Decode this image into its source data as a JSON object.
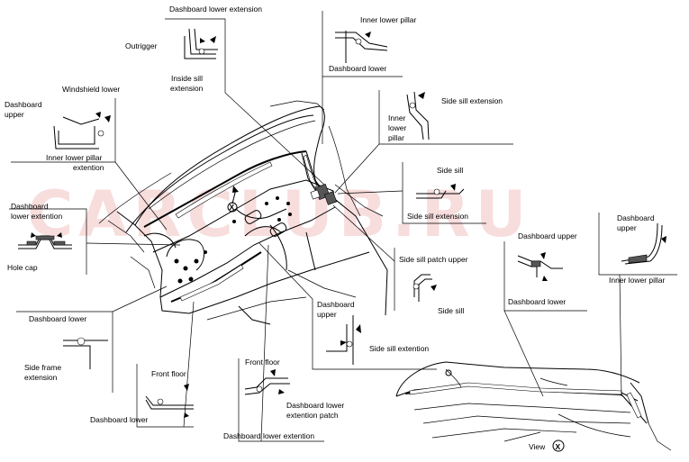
{
  "watermark": "CARCLUB.RU",
  "view_label": "View",
  "view_marker": "X",
  "callouts": {
    "c1": {
      "a": "Dashboard lower extension",
      "b": "Outrigger",
      "c": "Inside sill",
      "d": "extension"
    },
    "c2": {
      "a": "Inner lower pillar",
      "b": "Dashboard lower"
    },
    "c3": {
      "a": "Dashboard",
      "b": "upper",
      "c": "Windshield lower",
      "d": "Inner lower pillar",
      "e": "extention"
    },
    "c4": {
      "a": "Side sill extension",
      "b": "Inner",
      "c": "lower",
      "d": "pillar"
    },
    "c5": {
      "a": "Side sill",
      "b": "Side sill extension"
    },
    "c6": {
      "a": "Dashboard",
      "b": "lower extention",
      "c": "Hole cap"
    },
    "c7": {
      "a": "Side sill patch upper",
      "b": "Side sill"
    },
    "c8": {
      "a": "Dashboard upper",
      "b": "Dashboard lower"
    },
    "c9": {
      "a": "Dashboard",
      "b": "upper",
      "c": "Inner lower pillar"
    },
    "c10": {
      "a": "Dashboard lower",
      "b": "Side frame",
      "c": "extension"
    },
    "c11": {
      "a": "Dashboard",
      "b": "upper",
      "c": "Side sill extention"
    },
    "c12": {
      "a": "Front floor",
      "b": "Dashboard lower"
    },
    "c13": {
      "a": "Front floor",
      "b": "Dashboard lower",
      "c": "extention patch",
      "d": "Dashboard lower extention"
    }
  }
}
